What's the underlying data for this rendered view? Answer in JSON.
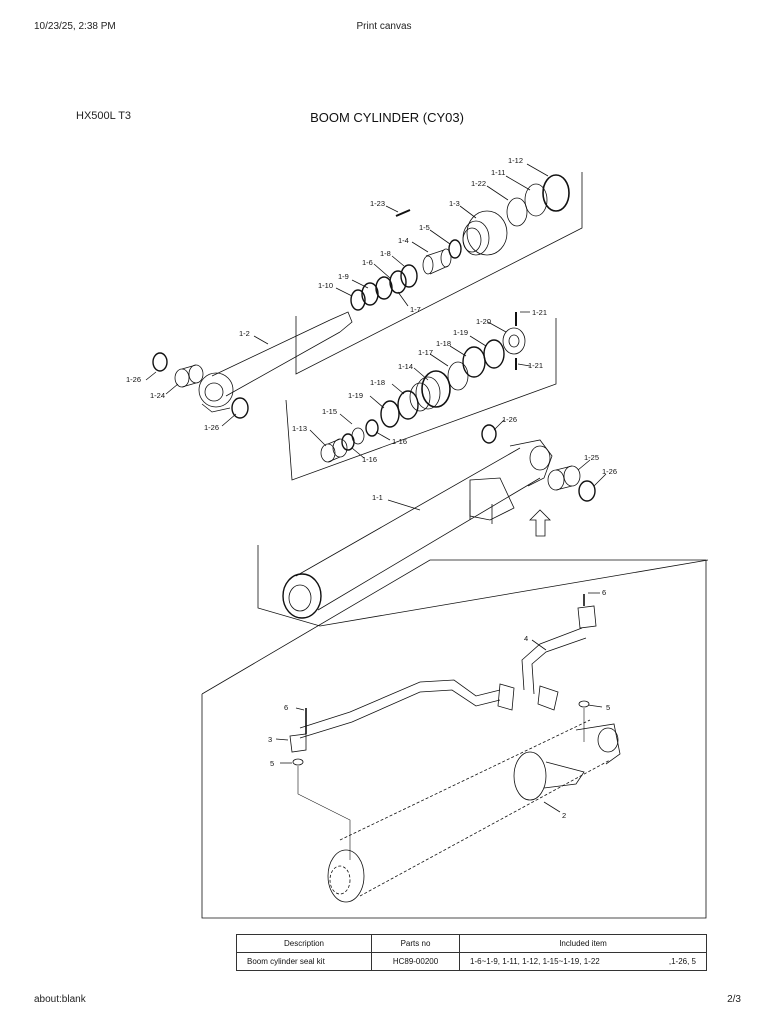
{
  "browser": {
    "timestamp": "10/23/25, 2:38 PM",
    "tab_title": "Print canvas",
    "url": "about:blank",
    "page_indicator": "2/3"
  },
  "document": {
    "model": "HX500L T3",
    "title": "BOOM CYLINDER (CY03)"
  },
  "callouts": {
    "c1_12": "1-12",
    "c1_11": "1-11",
    "c1_22": "1-22",
    "c1_23": "1-23",
    "c1_3": "1-3",
    "c1_5": "1-5",
    "c1_4": "1-4",
    "c1_8": "1-8",
    "c1_6": "1-6",
    "c1_9": "1-9",
    "c1_10": "1-10",
    "c1_7": "1-7",
    "c1_2": "1-2",
    "c1_26a": "1-26",
    "c1_24": "1-24",
    "c1_26b": "1-26",
    "c1_21a": "1-21",
    "c1_20": "1-20",
    "c1_19a": "1-19",
    "c1_18a": "1-18",
    "c1_17": "1-17",
    "c1_14": "1-14",
    "c1_21b": "1-21",
    "c1_18b": "1-18",
    "c1_19b": "1-19",
    "c1_15": "1-15",
    "c1_13": "1-13",
    "c1_16a": "1-16",
    "c1_16b": "1-16",
    "c1_26c": "1-26",
    "c1_25": "1-25",
    "c1_26d": "1-26",
    "c1_1": "1-1",
    "c6a": "6",
    "c4": "4",
    "c5a": "5",
    "c6b": "6",
    "c3": "3",
    "c5b": "5",
    "c2": "2"
  },
  "seal_kit_table": {
    "headers": [
      "Description",
      "Parts no",
      "Included item"
    ],
    "rows": [
      {
        "description": "Boom cylinder seal kit",
        "parts_no": "HC89-00200",
        "included": "1-6~1-9, 1-11, 1-12, 1-15~1-19, 1-22",
        "included_extra": ",1-26, 5"
      }
    ]
  }
}
